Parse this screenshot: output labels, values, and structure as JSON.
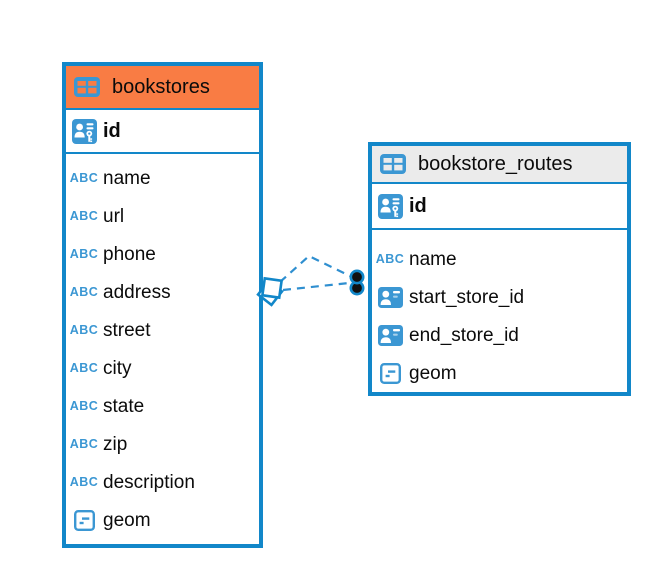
{
  "colors": {
    "table_border": "#1287c9",
    "bookstores_header": "#f97c44",
    "routes_header": "#ebebeb",
    "icon_blue": "#3b97d3",
    "relationship_line": "#2f8fd0",
    "relationship_dot": "#111111",
    "canvas_bg": "#ffffff",
    "text": "#0b0b0b"
  },
  "icons": {
    "text_type_glyph": "ABC"
  },
  "tables": [
    {
      "title": "bookstores",
      "columns": [
        {
          "name": "id",
          "type": "primary-key"
        },
        {
          "name": "name",
          "type": "text"
        },
        {
          "name": "url",
          "type": "text"
        },
        {
          "name": "phone",
          "type": "text"
        },
        {
          "name": "address",
          "type": "text"
        },
        {
          "name": "street",
          "type": "text"
        },
        {
          "name": "city",
          "type": "text"
        },
        {
          "name": "state",
          "type": "text"
        },
        {
          "name": "zip",
          "type": "text"
        },
        {
          "name": "description",
          "type": "text"
        },
        {
          "name": "geom",
          "type": "geometry"
        }
      ]
    },
    {
      "title": "bookstore_routes",
      "columns": [
        {
          "name": "id",
          "type": "primary-key"
        },
        {
          "name": "name",
          "type": "text"
        },
        {
          "name": "start_store_id",
          "type": "foreign-key"
        },
        {
          "name": "end_store_id",
          "type": "foreign-key"
        },
        {
          "name": "geom",
          "type": "geometry"
        }
      ]
    }
  ],
  "relationship": {
    "style": "dashed",
    "line_count": 2,
    "source_marker": "diamond",
    "target_marker": "filled-dot"
  }
}
